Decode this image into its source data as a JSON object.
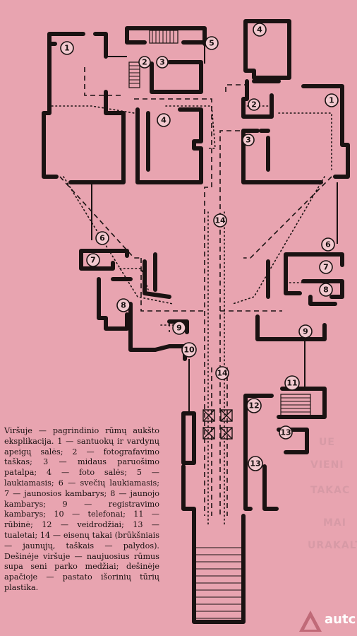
{
  "caption": "Viršuje — pagrindinio rūmų aukšto eksplikacija. 1 — santuokų ir vardynų apeigų salės; 2 — fotografavimo taškas; 3 — midaus paruošimo patalpa; 4 — foto salės; 5 — laukiamasis; 6 — svečių laukiamasis; 7 — jaunosios kambarys; 8 — jaunojo kambarys; 9 — registravimo kambarys; 10 — telefonai; 11 — rūbinė; 12 — veidrodžiai; 13 — tualetai; 14 — eisenų takai (brūkšniais — jaunųjų, taškais — palydos). Dešinėje viršuje — naujuosius rūmus supa seni parko medžiai; dešinėje apačioje — pastato išorinių tūrių plastika.",
  "labels": {
    "room1_left": "1",
    "room1_right": "1",
    "room2_left": "2",
    "room2_right": "2",
    "room3_left": "3",
    "room3_right": "3",
    "room4_center": "4",
    "room4_top": "4",
    "room5": "5",
    "room6_left": "6",
    "room6_right": "6",
    "room7_left": "7",
    "room7_right": "7",
    "room8_left": "8",
    "room8_right": "8",
    "room9_left": "9",
    "room9_right": "9",
    "room10": "10",
    "room11": "11",
    "room12": "12",
    "room13": "13",
    "room14_upper": "14",
    "room14_lower": "14",
    "room15": "13"
  },
  "ghost_text": [
    "UE",
    "VIENI",
    "TAKAC",
    "MAI",
    "URAKALT"
  ],
  "watermark": "autc"
}
